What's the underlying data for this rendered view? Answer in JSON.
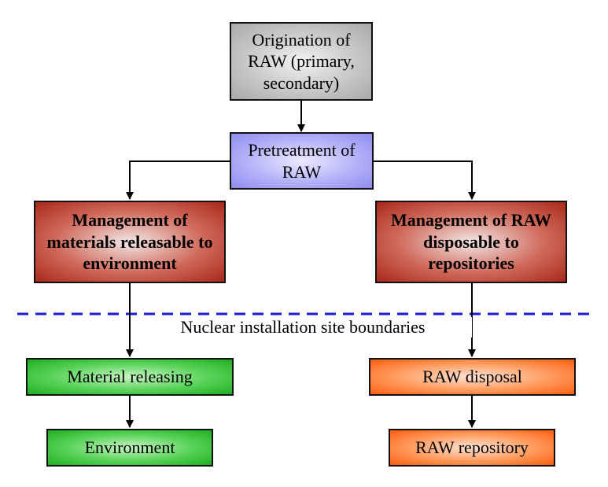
{
  "nodes": {
    "origination": "Origination of RAW (primary, secondary)",
    "pretreatment": "Pretreatment of RAW",
    "mgmt_releasable": "Management of materials releasable to environment",
    "mgmt_disposable": "Management of RAW disposable to repositories",
    "material_releasing": "Material releasing",
    "environment": "Environment",
    "raw_disposal": "RAW disposal",
    "raw_repository": "RAW repository"
  },
  "boundary_label": "Nuclear installation site boundaries",
  "colors": {
    "origination": "#c8c8c8",
    "pretreatment": "#b4b2f8",
    "management": "#c0392b",
    "release_path": "#3cc23c",
    "disposal_path": "#ff7a30",
    "boundary_line": "#1a1adc"
  }
}
